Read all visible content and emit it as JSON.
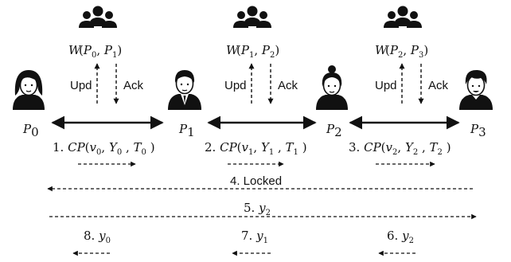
{
  "witness_groups": [
    {
      "label": "W(P0, P1)",
      "upd": "Upd",
      "ack": "Ack"
    },
    {
      "label": "W(P1, P2)",
      "upd": "Upd",
      "ack": "Ack"
    },
    {
      "label": "W(P2, P3)",
      "upd": "Upd",
      "ack": "Ack"
    }
  ],
  "parties": [
    {
      "id": "P0",
      "label": "P0"
    },
    {
      "id": "P1",
      "label": "P1"
    },
    {
      "id": "P2",
      "label": "P2"
    },
    {
      "id": "P3",
      "label": "P3"
    }
  ],
  "channel_proposals": [
    {
      "step": "1.",
      "text": "CP(v0, Y0, T0 )"
    },
    {
      "step": "2.",
      "text": "CP(v1, Y1, T1 )"
    },
    {
      "step": "3.",
      "text": "CP(v2, Y2, T2 )"
    }
  ],
  "broadcasts": [
    {
      "text": "4. Locked",
      "direction": "left"
    },
    {
      "text": "5. y2",
      "direction": "right"
    }
  ],
  "reveals": [
    {
      "text": "8. y0",
      "direction": "left"
    },
    {
      "text": "7. y1",
      "direction": "left"
    },
    {
      "text": "6. y2",
      "direction": "left"
    }
  ]
}
